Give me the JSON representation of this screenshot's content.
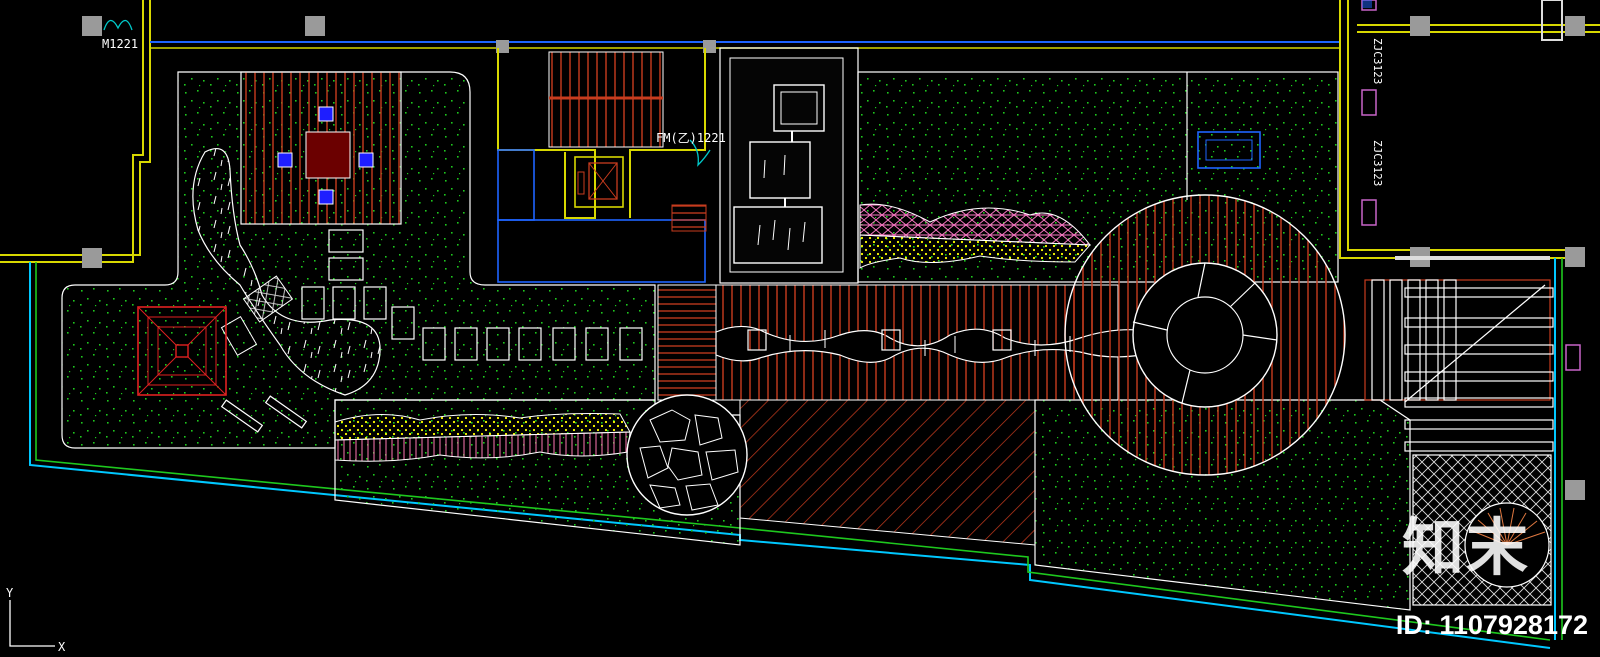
{
  "labels": {
    "door_m": "M1221",
    "door_fm": "FM(乙)1221",
    "window_top": "ZJC3123",
    "window_mid": "ZJC3123",
    "axis_y": "Y",
    "axis_x": "X"
  },
  "watermark": {
    "logo": "知末",
    "id": "ID: 1107928172"
  },
  "colors": {
    "background": "#000000",
    "wall_yellow": "#d8d800",
    "wall_cyan": "#00c8ff",
    "outline_white": "#ffffff",
    "deck_red": "#c83c1e",
    "grass_green": "#1ec81e",
    "column_gray": "#9a9a9a",
    "blue_glass": "#1e64ff",
    "magenta": "#c864c8"
  },
  "icons": [
    "column-marker",
    "door-swing-icon",
    "elevator-icon",
    "pavilion-icon",
    "bench-icon",
    "ucs-axis-icon"
  ]
}
